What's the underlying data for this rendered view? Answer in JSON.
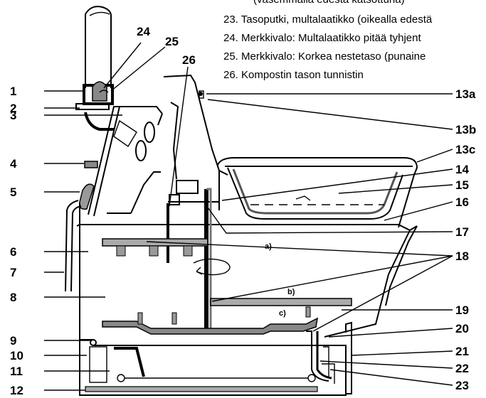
{
  "legend": {
    "lines": [
      "(vasemmalla edestä katsottuna)",
      "23. Tasoputki, multalaatikko (oikealla edestä",
      "24.  Merkkivalo: Multalaatikko pitää tyhjent",
      "25.  Merkkivalo: Korkea nestetaso (punaine",
      "26. Kompostin tason tunnistin"
    ]
  },
  "callouts": {
    "left": [
      "1",
      "2",
      "3",
      "4",
      "5",
      "6",
      "7",
      "8",
      "9",
      "10",
      "11",
      "12"
    ],
    "top": [
      "24",
      "25",
      "26"
    ],
    "right": [
      "13a",
      "13b",
      "13c",
      "14",
      "15",
      "16",
      "17",
      "18",
      "19",
      "20",
      "21",
      "22",
      "23"
    ],
    "inner": [
      "a)",
      "b)",
      "c)"
    ]
  }
}
